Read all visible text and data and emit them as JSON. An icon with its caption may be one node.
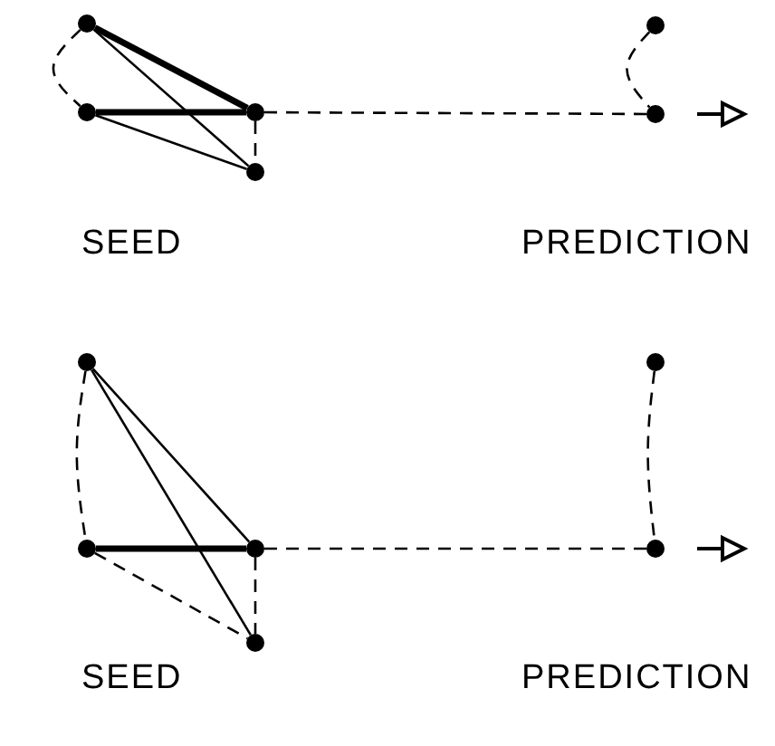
{
  "diagram": {
    "nodes": [
      {
        "text": [],
        "shape": "circle"
      },
      {
        "text": [],
        "shape": "circle"
      },
      {
        "text": [],
        "shape": "circle"
      },
      {
        "text": [],
        "shape": "circle"
      },
      {
        "text": [],
        "shape": "circle"
      },
      {
        "text": [],
        "shape": "circle"
      },
      {
        "text": [],
        "shape": "circle"
      },
      {
        "text": [],
        "shape": "circle"
      },
      {
        "text": [],
        "shape": "circle"
      },
      {
        "text": [],
        "shape": "circle"
      },
      {
        "text": [],
        "shape": "circle"
      },
      {
        "text": [],
        "shape": "circle"
      }
    ],
    "edges": [
      {
        "from": 0,
        "to": 1,
        "arrow": "none",
        "style": "dashed"
      },
      {
        "from": 0,
        "to": 2,
        "arrow": "none",
        "style": "thick"
      },
      {
        "from": 1,
        "to": 2,
        "arrow": "none",
        "style": "thick"
      },
      {
        "from": 0,
        "to": 3,
        "arrow": "none"
      },
      {
        "from": 1,
        "to": 3,
        "arrow": "none"
      },
      {
        "from": 2,
        "to": 3,
        "arrow": "none",
        "style": "dashed"
      },
      {
        "from": 2,
        "to": 5,
        "arrow": "none",
        "style": "dashed"
      },
      {
        "from": 4,
        "to": 5,
        "arrow": "none",
        "style": "dashed"
      },
      {
        "from": 6,
        "to": 7,
        "arrow": "none",
        "style": "dashed"
      },
      {
        "from": 6,
        "to": 8,
        "arrow": "none"
      },
      {
        "from": 6,
        "to": 9,
        "arrow": "none"
      },
      {
        "from": 7,
        "to": 8,
        "arrow": "none",
        "style": "thick"
      },
      {
        "from": 7,
        "to": 9,
        "arrow": "none",
        "style": "dashed"
      },
      {
        "from": 8,
        "to": 9,
        "arrow": "none",
        "style": "dashed"
      },
      {
        "from": 8,
        "to": 11,
        "arrow": "none",
        "style": "dashed"
      },
      {
        "from": 10,
        "to": 11,
        "arrow": "none",
        "style": "dashed"
      }
    ],
    "labels": [
      "SEED",
      "PREDICTION",
      "SEED",
      "PREDICTION"
    ]
  }
}
